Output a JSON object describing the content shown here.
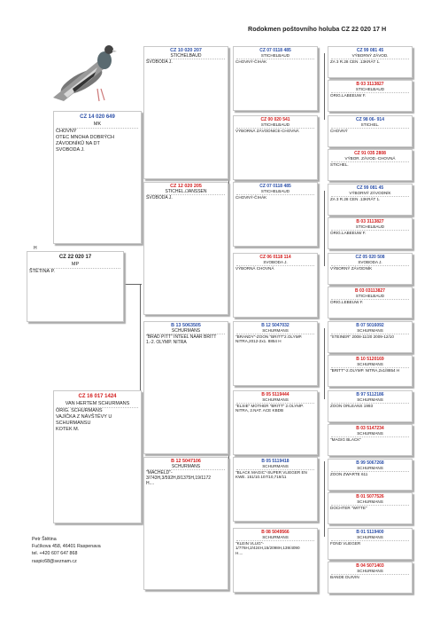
{
  "title": "Rodokmen poštovního holuba CZ 22 020 17 H",
  "subject": {
    "ring": "CZ 22 020 17",
    "name": "MP",
    "owner": "ŠTĚTINA P.",
    "h": "H"
  },
  "parents": [
    {
      "ring": "CZ 14 020 649",
      "name": "MK",
      "text": [
        "CHOVNÝ",
        "OTEC MNOHA DOBRÝCH",
        "ZÁVODNÍKŮ NA DT",
        "SVOBODA J."
      ]
    },
    {
      "ring": "CZ 16 017 1424",
      "name": "VAN HERTEM SCHURMANS",
      "text": [
        "ORIG. SCHURMANS",
        "VAJÍČKA Z NÁVŠTĚVY U",
        "SCHURMANSU",
        "KOTEK M."
      ]
    }
  ],
  "grandparents": [
    {
      "ring": "CZ 10 020 207",
      "name": "STICHELBAUD",
      "text": [
        "SVOBODA J."
      ]
    },
    {
      "ring": "CZ 12 020 205",
      "name": "STICHEL./JANSSEN",
      "text": [
        "SVOBODA J."
      ]
    },
    {
      "ring": "B 13 5063505",
      "name": "SCHURMANS",
      "text": [
        "\"BRAD PITT\" INTEEL NAAR BRITT",
        "1.-2. OLYMP. NITRA"
      ]
    },
    {
      "ring": "B 12 5047106",
      "name": "SCHURMANS",
      "text": [
        "\"MACHELD\"-",
        "3/743H,3/592H,8/1375H,19/1172",
        "H...."
      ]
    }
  ],
  "great_grandparents": [
    {
      "ring": "CZ 07 0118 485",
      "name": "STICHELBAUD",
      "text": [
        "CHOVNÝ-ČIHÁK"
      ]
    },
    {
      "ring": "CZ 00 020 541",
      "name": "STICHELBAUD",
      "text": [
        "VÝBORNÁ ZÁVODNICE-CHOVNÁ"
      ]
    },
    {
      "ring": "CZ 07 0118 485",
      "name": "STICHELBAUD",
      "text": [
        "CHOVNÝ-ČIHÁK"
      ]
    },
    {
      "ring": "CZ 06 0118 114",
      "name": "SVOBODA J.",
      "text": [
        "VÝBORNÁ CHOVNÁ"
      ]
    },
    {
      "ring": "B 12 5047032",
      "name": "SCHURMANS",
      "text": [
        "\"BRANDY\"-ZOON \"BRITT\"2.OLYMP.",
        "NITRA,2012-2x1. 8854 H"
      ]
    },
    {
      "ring": "B 05 5119444",
      "name": "SCHURMANS",
      "text": [
        "\"ELSIE\" MOTHER \"BRITT\" 2.OLYMP.",
        "NITRA, 2.NAT. ACE KBDB"
      ]
    },
    {
      "ring": "B 05 5119418",
      "name": "SCHURMANS",
      "text": [
        "\"BLACK MAGIC\"-SUPER VLIEGER EN",
        "KWE. 151/10.107/10,719/11"
      ]
    },
    {
      "ring": "B 08 5049566",
      "name": "SCHURMANS",
      "text": [
        "\"KLEIN VLUG\"-",
        "1/776H,2/424H,15/2098H,139/4090",
        "H...."
      ]
    }
  ],
  "ggg": [
    {
      "ring": "CZ 99 081 45",
      "name": "VÝBORNÝ ZÁVOD.",
      "text": [
        "ZA 3 R.28 CEN .13KRÁT 1."
      ]
    },
    {
      "ring": "B 03 3113827",
      "name": "STICHELBAUD",
      "text": [
        "ORIG.LABEEUW F."
      ]
    },
    {
      "ring": "CZ 98 06- 914",
      "name": "STICHEL.",
      "text": [
        "CHOVNÝ"
      ]
    },
    {
      "ring": "CZ 91 035 2808",
      "name": "VÝBOR. ZÁVOD.-CHOVNÁ",
      "text": [
        "STICHEL."
      ]
    },
    {
      "ring": "CZ 99 081 45",
      "name": "VÝBORNÝ ZÁVODNÍK",
      "text": [
        "ZA 3 R.28 CEN .13KRÁT 1."
      ]
    },
    {
      "ring": "B 03 3113827",
      "name": "STICHELBAUD",
      "text": [
        "ORIG.LABEEUW F."
      ]
    },
    {
      "ring": "CZ 05 020 508",
      "name": "SVOBODA J.",
      "text": [
        "VÝBORNÝ ZÁVODNÍK"
      ]
    },
    {
      "ring": "B 03 03113827",
      "name": "STICHELBAUD",
      "text": [
        "ORIG.LEBEUW F."
      ]
    },
    {
      "ring": "B 07 5016092",
      "name": "SCHURMANS",
      "text": [
        "\"STEINER\" 2008-11/20 2009-12/10"
      ]
    },
    {
      "ring": "B 10 5120169",
      "name": "SCHURMANS",
      "text": [
        "\"BRITT\"-2.OLYMP. NITRA,2x1/8854 H"
      ]
    },
    {
      "ring": "B 97 5112186",
      "name": "SCHURMANS",
      "text": [
        "ZOON ORLEANS 1993"
      ]
    },
    {
      "ring": "B 03 5147234",
      "name": "SCHURMANS",
      "text": [
        "\"MAGIG BLACK\""
      ]
    },
    {
      "ring": "B 99 5067268",
      "name": "SCHURMANS",
      "text": [
        "ZOON ZWARTE 611"
      ]
    },
    {
      "ring": "B 01 5077526",
      "name": "SCHURMANS",
      "text": [
        "DOCHTER \"WITTE\""
      ]
    },
    {
      "ring": "B 01 5119400",
      "name": "SCHURMANS",
      "text": [
        "FOND VLIEGER"
      ]
    },
    {
      "ring": "B 04 5071403",
      "name": "SCHURMANS",
      "text": [
        "BANDE DUIVIN"
      ]
    }
  ],
  "contact": [
    "Petr Štětina",
    "Fučíkova 458, 46401 Raspenava",
    "tel. +420 607 647 868",
    "raspic68@seznam.cz"
  ],
  "colors": {
    "ring_blue": "#2b4fa8",
    "ring_red": "#d21b1b"
  }
}
